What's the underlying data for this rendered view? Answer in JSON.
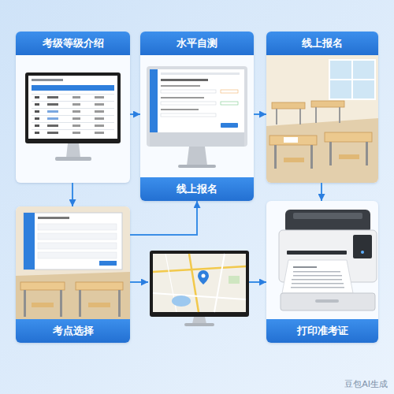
{
  "diagram": {
    "nodes": [
      {
        "text": [
          "考级等级介绍"
        ]
      },
      {
        "text": [
          "水平自测"
        ]
      },
      {
        "text": [
          "线上报名"
        ],
        "in": 1
      },
      {
        "text": [
          "线上报名"
        ]
      },
      {
        "text": [
          "考点选择"
        ]
      },
      {
        "text": []
      },
      {
        "text": [
          "打印准考证"
        ]
      }
    ],
    "edges": [
      {
        "from": 0,
        "to": 1,
        "arrow": "to"
      },
      {
        "from": 1,
        "to": 3,
        "arrow": "to"
      },
      {
        "from": 3,
        "to": 6,
        "arrow": "to"
      },
      {
        "from": 0,
        "to": 4,
        "arrow": "to"
      },
      {
        "from": 4,
        "to": 2,
        "arrow": "to"
      },
      {
        "from": 4,
        "to": 5,
        "arrow": "to"
      },
      {
        "from": 5,
        "to": 6,
        "arrow": "to"
      }
    ],
    "labels": [
      "豆包AI生成"
    ]
  }
}
